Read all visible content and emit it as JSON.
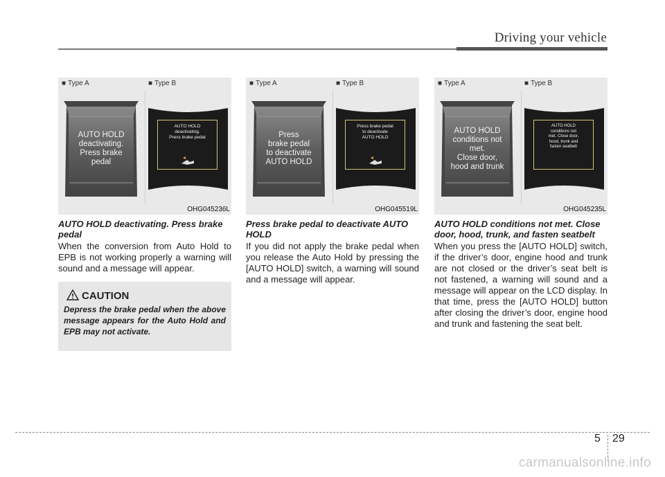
{
  "header": {
    "title": "Driving your vehicle"
  },
  "panels": [
    {
      "type_a": "Type A",
      "type_b": "Type B",
      "code": "OHG045236L",
      "display_a": "AUTO HOLD\ndeactivating.\nPress brake\npedal",
      "display_b": "AUTO HOLD\ndeactivating.\nPress brake pedal"
    },
    {
      "type_a": "Type A",
      "type_b": "Type B",
      "code": "OHG045519L",
      "display_a": "Press\nbrake pedal\nto deactivate\nAUTO HOLD",
      "display_b": "Press brake pedal\nto deactivate\nAUTO HOLD"
    },
    {
      "type_a": "Type A",
      "type_b": "Type B",
      "code": "OHG045235L",
      "display_a": "AUTO HOLD\nconditions not\nmet.\nClose door,\nhood and trunk",
      "display_b": "AUTO HOLD\nconditions not\nmet. Close door,\nhood, trunk and\nfasten seatbelt"
    }
  ],
  "sections": [
    {
      "heading": "AUTO HOLD deactivating. Press brake pedal",
      "body": "When the conversion from Auto Hold to EPB is not working properly a warning will sound and a message will appear."
    },
    {
      "heading": "Press brake pedal to deactivate AUTO HOLD",
      "body": "If you did not apply the brake pedal when you release the Auto Hold by pressing the [AUTO HOLD] switch, a warning will sound and a message will appear."
    },
    {
      "heading": "AUTO HOLD conditions not met. Close door, hood, trunk, and fasten seatbelt",
      "body": "When you press the [AUTO HOLD] switch, if the driver’s door, engine hood and trunk are not closed or the driver’s seat belt is not fastened, a warning will sound and a message will appear on the LCD display. In that time, press the [AUTO HOLD] button after closing the driver’s door, engine hood and trunk and fastening the seat belt."
    }
  ],
  "caution": {
    "title": "CAUTION",
    "text": "Depress the brake pedal when the above message appears for the Auto Hold and EPB may not activate."
  },
  "footer": {
    "chapter": "5",
    "page": "29",
    "watermark": "carmanualsonline.info"
  },
  "icons": {
    "warning": "warning-triangle-icon",
    "pedal": "brake-pedal-icon",
    "bullet": "square-bullet-icon"
  },
  "colors": {
    "display_frame": "#d4c47a",
    "panel_bg": "#e9e9e9",
    "caution_bg": "#e6e6e6"
  }
}
